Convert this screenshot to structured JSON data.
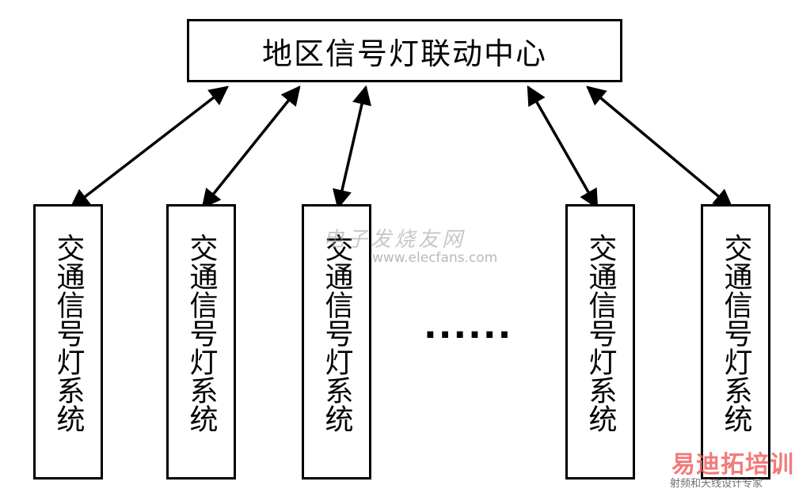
{
  "center": {
    "label": "地区信号灯联动中心"
  },
  "subsystems": [
    {
      "label": "交通信号灯系统"
    },
    {
      "label": "交通信号灯系统"
    },
    {
      "label": "交通信号灯系统"
    },
    {
      "label": "交通信号灯系统"
    },
    {
      "label": "交通信号灯系统"
    }
  ],
  "ellipsis": "······",
  "watermark": {
    "text": "电子发烧友网",
    "url": "www.elecfans.com"
  },
  "brand": {
    "main": "易迪拓培训",
    "sub": "射频和天线设计专家",
    "color": "#f05a5a"
  }
}
